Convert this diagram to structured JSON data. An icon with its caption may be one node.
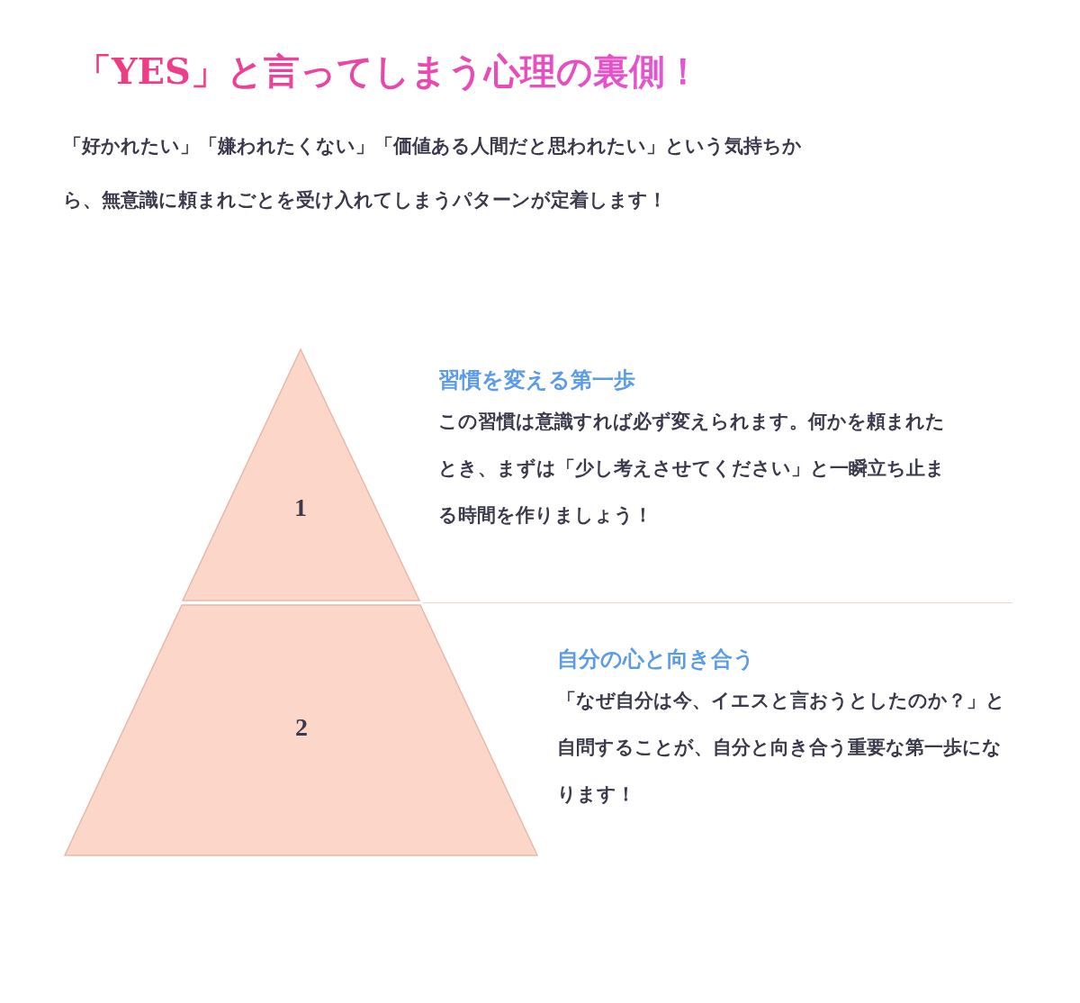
{
  "diagram": {
    "title": "「YES」と言ってしまう心理の裏側！",
    "nodes": [
      {
        "text": [
          "1"
        ],
        "beside": [
          "習慣を変える第一歩",
          "この習慣は意識すれば必ず変えられます。何かを頼まれたとき、まずは「少し考えさせてください」と一瞬立ち止まる時間を作りましょう！"
        ]
      },
      {
        "text": [
          "2"
        ],
        "beside": [
          "自分の心と向き合う",
          "「なぜ自分は今、イエスと言おうとしたのか？」と自問することが、自分と向き合う重要な第一歩になります！"
        ]
      }
    ],
    "labels": [
      "「好かれたい」「嫌われたくない」「価値ある人間だと思われたい」という気持ちから、無意識に頼まれごとを受け入れてしまうパターンが定着します！"
    ]
  }
}
